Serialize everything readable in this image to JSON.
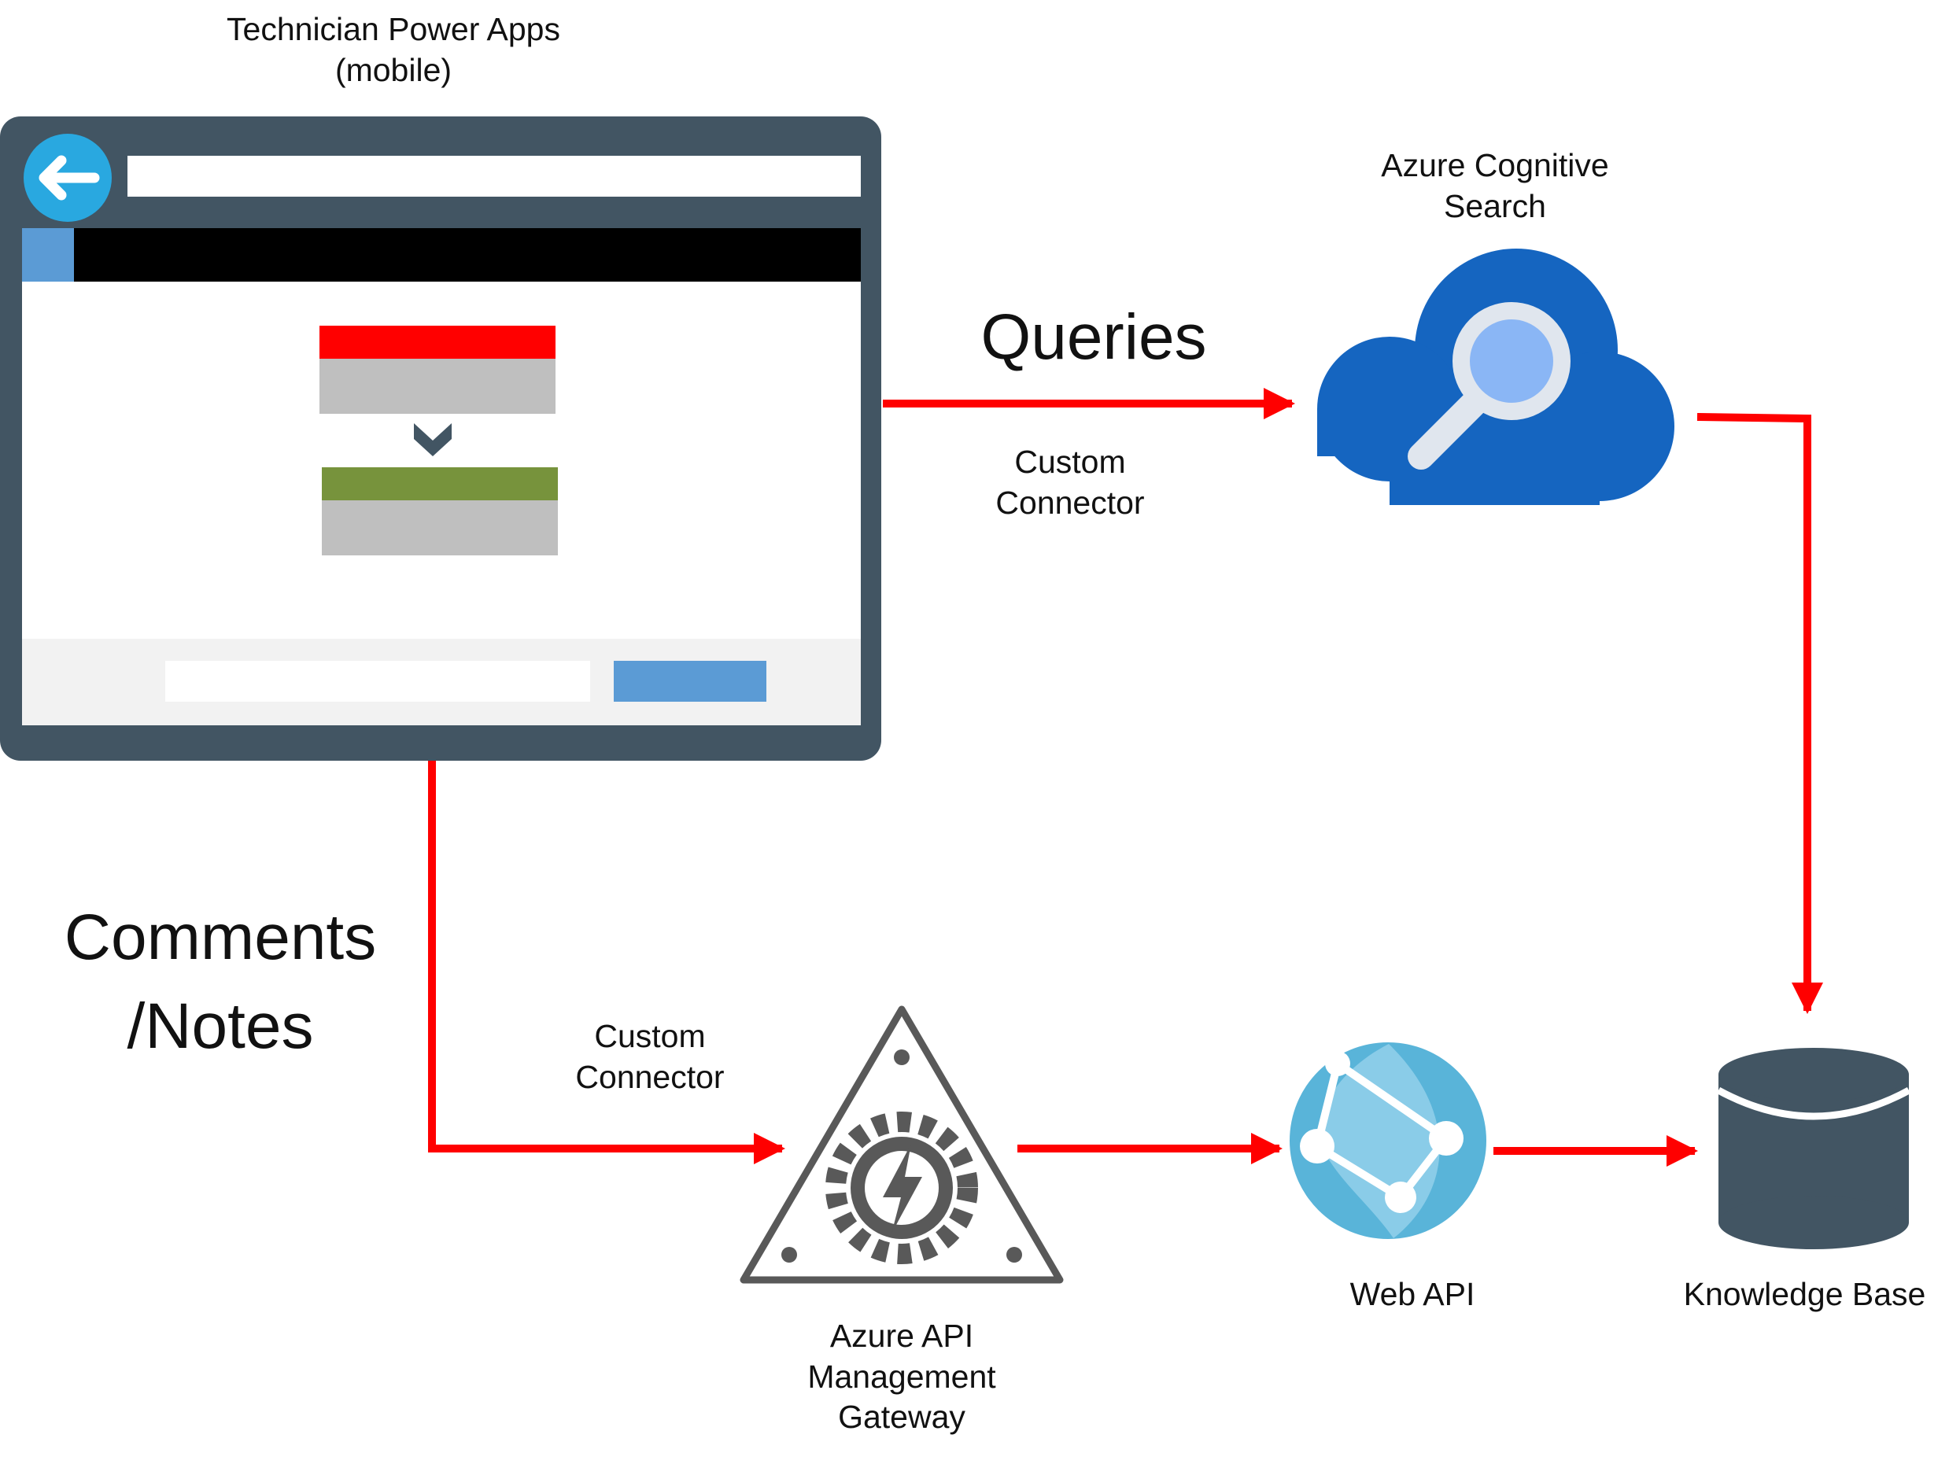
{
  "labels": {
    "app_title_line1": "Technician Power Apps",
    "app_title_line2": "(mobile)",
    "search_line1": "Azure Cognitive",
    "search_line2": "Search",
    "queries": "Queries",
    "custom_connector_top_line1": "Custom",
    "custom_connector_top_line2": "Connector",
    "comments_line1": "Comments",
    "comments_line2": "/Notes",
    "custom_connector_bottom_line1": "Custom",
    "custom_connector_bottom_line2": "Connector",
    "apim_line1": "Azure API",
    "apim_line2": "Management",
    "apim_line3": "Gateway",
    "web_api": "Web API",
    "knowledge_base": "Knowledge Base"
  },
  "colors": {
    "arrow": "#ff0000",
    "frame": "#425563",
    "cloud": "#1565c0",
    "magnifier_glass": "#8ab6f5",
    "globe": "#59b4d9",
    "accent_blue": "#5b9bd5",
    "header_red": "#ff0000",
    "header_green": "#77933c",
    "block_gray": "#bfbfbf"
  },
  "icons": {
    "mobile_app": "mobile-app-window-icon",
    "back": "back-arrow-icon",
    "search": "cloud-search-icon",
    "gateway": "api-gateway-triangle-icon",
    "web_api": "web-api-globe-icon",
    "database": "database-cylinder-icon"
  }
}
